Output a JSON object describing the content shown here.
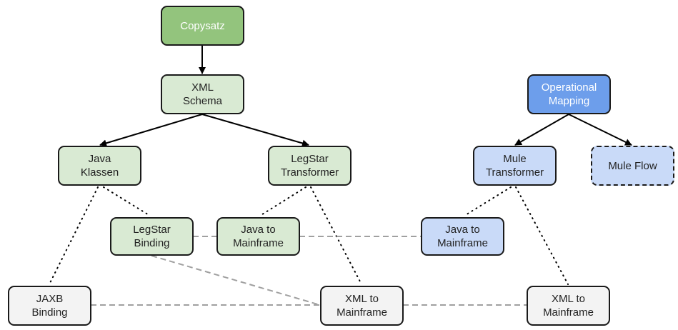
{
  "nodes": {
    "copysatz": {
      "label": "Copysatz"
    },
    "xml_schema": {
      "label": "XML\nSchema"
    },
    "java_klassen": {
      "label": "Java\nKlassen"
    },
    "legstar_transformer": {
      "label": "LegStar\nTransformer"
    },
    "legstar_binding": {
      "label": "LegStar\nBinding"
    },
    "java_to_mainframe_green": {
      "label": "Java to\nMainframe"
    },
    "operational_mapping": {
      "label": "Operational\nMapping"
    },
    "mule_transformer": {
      "label": "Mule\nTransformer"
    },
    "mule_flow": {
      "label": "Mule Flow"
    },
    "java_to_mainframe_blue": {
      "label": "Java to\nMainframe"
    },
    "jaxb_binding": {
      "label": "JAXB\nBinding"
    },
    "xml_to_mainframe_mid": {
      "label": "XML to\nMainframe"
    },
    "xml_to_mainframe_right": {
      "label": "XML to\nMainframe"
    }
  },
  "edges": [
    {
      "from": "copysatz",
      "to": "xml_schema",
      "style": "arrow"
    },
    {
      "from": "xml_schema",
      "to": "java_klassen",
      "style": "arrow"
    },
    {
      "from": "xml_schema",
      "to": "legstar_transformer",
      "style": "arrow"
    },
    {
      "from": "operational_mapping",
      "to": "mule_transformer",
      "style": "arrow"
    },
    {
      "from": "operational_mapping",
      "to": "mule_flow",
      "style": "arrow"
    },
    {
      "from": "java_klassen",
      "to": "legstar_binding",
      "style": "dotted"
    },
    {
      "from": "java_klassen",
      "to": "jaxb_binding",
      "style": "dotted"
    },
    {
      "from": "legstar_transformer",
      "to": "java_to_mainframe_green",
      "style": "dotted"
    },
    {
      "from": "legstar_transformer",
      "to": "xml_to_mainframe_mid",
      "style": "dotted"
    },
    {
      "from": "mule_transformer",
      "to": "java_to_mainframe_blue",
      "style": "dotted"
    },
    {
      "from": "mule_transformer",
      "to": "xml_to_mainframe_right",
      "style": "dotted"
    },
    {
      "from": "legstar_binding",
      "to": "java_to_mainframe_green",
      "style": "dashed"
    },
    {
      "from": "java_to_mainframe_green",
      "to": "java_to_mainframe_blue",
      "style": "dashed"
    },
    {
      "from": "legstar_binding",
      "to": "xml_to_mainframe_mid",
      "style": "dashed"
    },
    {
      "from": "jaxb_binding",
      "to": "xml_to_mainframe_mid",
      "style": "dashed"
    },
    {
      "from": "xml_to_mainframe_mid",
      "to": "xml_to_mainframe_right",
      "style": "dashed"
    }
  ],
  "colors": {
    "green_dark": "#93c47d",
    "green_light": "#d9ead3",
    "blue_dark": "#6d9eeb",
    "blue_light": "#c9daf8",
    "grey_light": "#f3f3f3",
    "dashed_line": "#a0a0a0"
  }
}
